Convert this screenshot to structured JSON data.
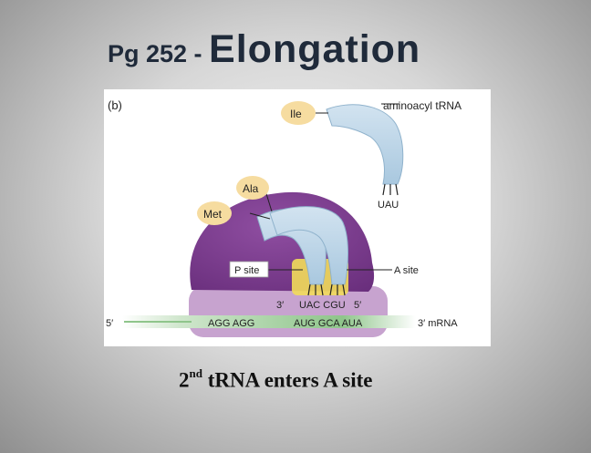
{
  "slide": {
    "title_prefix": "Pg 252 - ",
    "title_main": "Elongation",
    "caption_ordinal": "2",
    "caption_superscript": "nd",
    "caption_rest": " tRNA enters A site"
  },
  "figure": {
    "panel_label": "(b)",
    "aminoacyl_trna_label": "aminoacyl tRNA",
    "amino_acids": [
      "Ile",
      "Ala",
      "Met"
    ],
    "incoming_anticodon": "UAU",
    "p_site_label": "P site",
    "a_site_label": "A site",
    "anticodon_prime_left": "3′",
    "anticodon_pair": "UAC CGU",
    "anticodon_prime_right": "5′",
    "mrna_five_prime": "5′",
    "mrna_codons_left": "AGG AGG",
    "mrna_codons_right": "AUG GCA AUA",
    "mrna_three_prime": "3′ mRNA",
    "colors": {
      "ribosome_large": "#7a3a8c",
      "ribosome_small": "#c7a3cf",
      "trna": "#b9d3e6",
      "amino_acid": "#f6dca0",
      "mrna": "#8fc58b",
      "codon_pairing": "#f2dc5a"
    }
  }
}
